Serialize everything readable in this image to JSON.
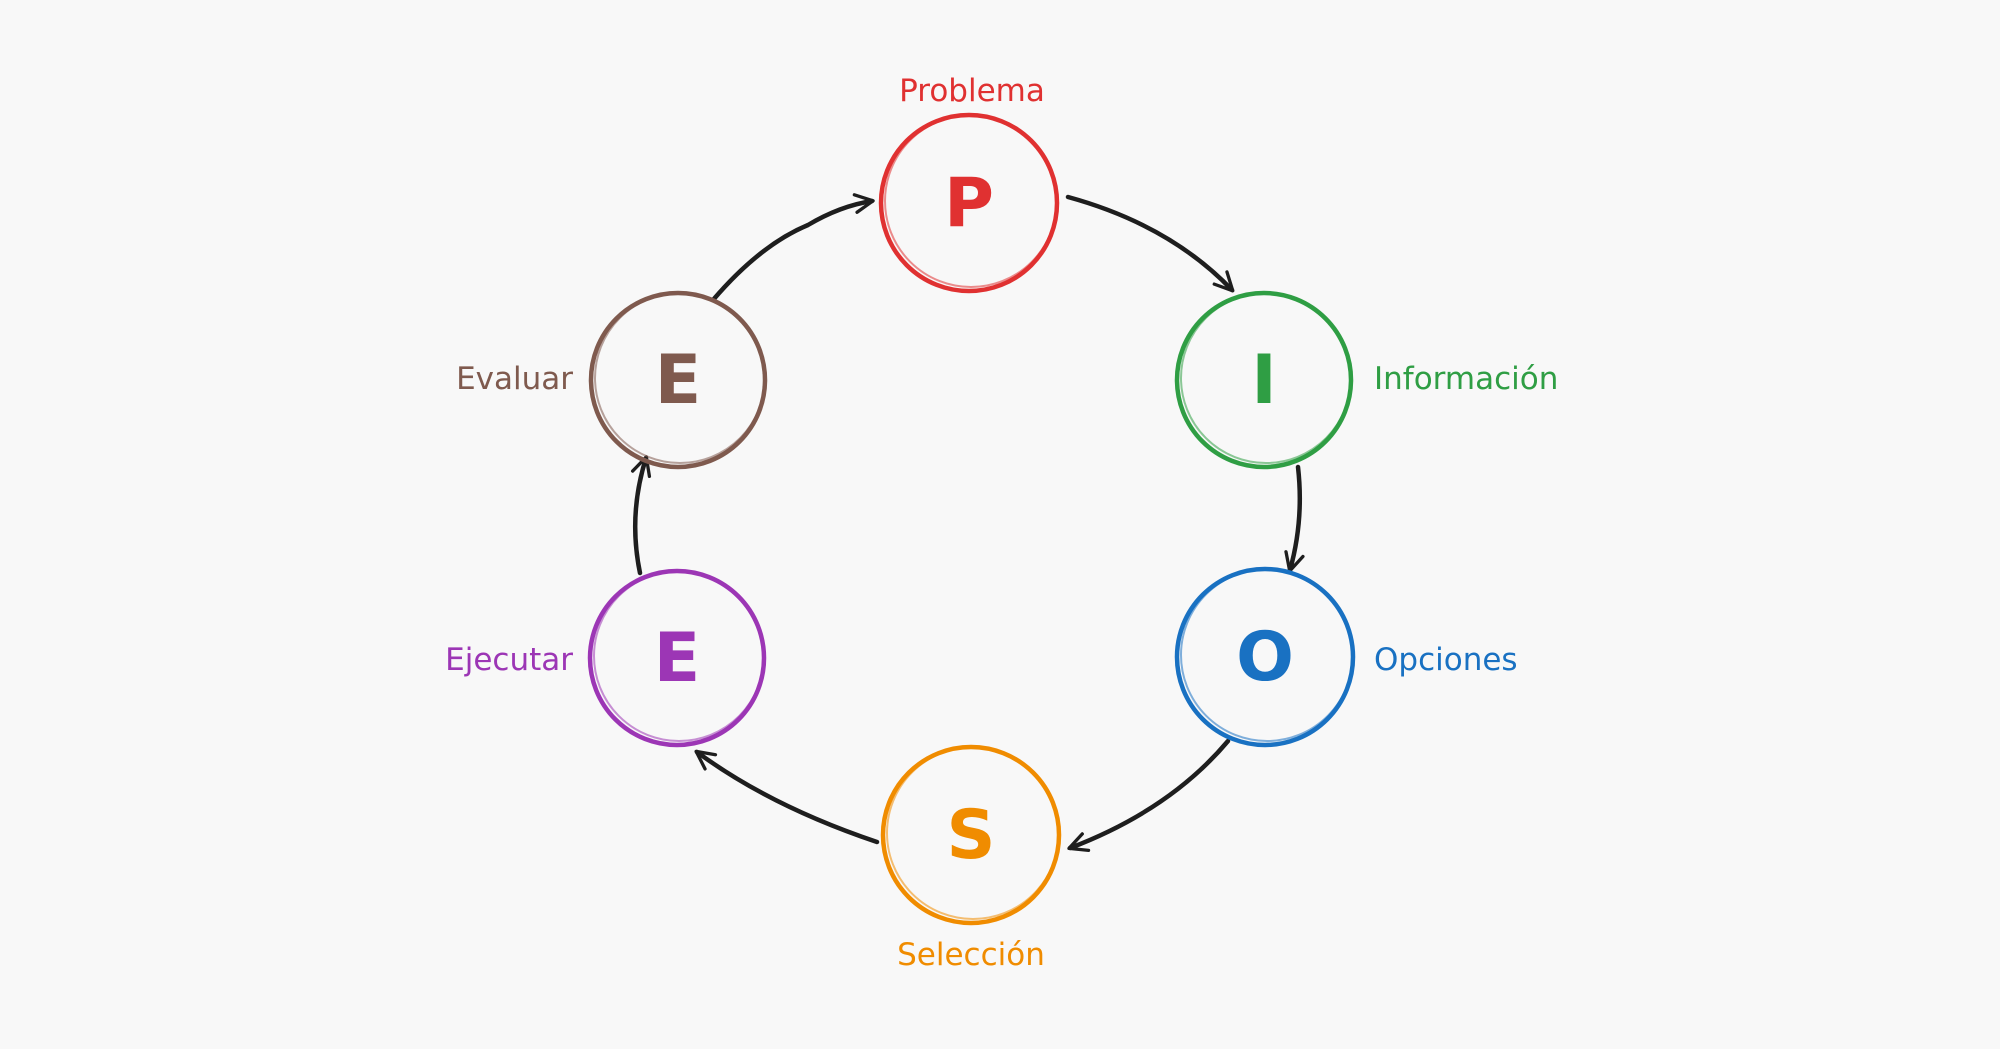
{
  "diagram": {
    "background": "#f8f8f8",
    "arrow_color": "#1e1e1e",
    "nodes": [
      {
        "id": "problema",
        "letter": "P",
        "label": "Problema",
        "color": "#e03131"
      },
      {
        "id": "informacion",
        "letter": "I",
        "label": "Información",
        "color": "#2f9e44"
      },
      {
        "id": "opciones",
        "letter": "O",
        "label": "Opciones",
        "color": "#1971c2"
      },
      {
        "id": "seleccion",
        "letter": "S",
        "label": "Selección",
        "color": "#f08c00"
      },
      {
        "id": "ejecutar",
        "letter": "E",
        "label": "Ejecutar",
        "color": "#9c36b5"
      },
      {
        "id": "evaluar",
        "letter": "E",
        "label": "Evaluar",
        "color": "#7f5a4e"
      }
    ],
    "edges": [
      {
        "from": "problema",
        "to": "informacion"
      },
      {
        "from": "informacion",
        "to": "opciones"
      },
      {
        "from": "opciones",
        "to": "seleccion"
      },
      {
        "from": "seleccion",
        "to": "ejecutar"
      },
      {
        "from": "ejecutar",
        "to": "evaluar"
      },
      {
        "from": "evaluar",
        "to": "problema"
      }
    ]
  }
}
